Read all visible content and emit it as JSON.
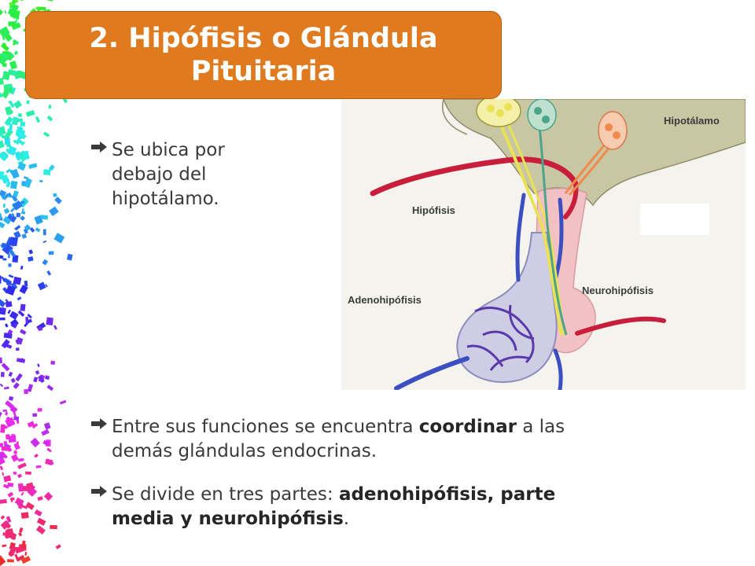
{
  "slide": {
    "title_line1": "2. Hipófisis o Glándula",
    "title_line2": "Pituitaria",
    "bullets": {
      "b1": {
        "line1": "Se ubica por",
        "line2": "debajo del",
        "line3": "hipotálamo."
      },
      "b2": {
        "pre": "Entre sus funciones se encuentra ",
        "bold": "coordinar",
        "post": " a las",
        "line2": "demás glándulas endocrinas."
      },
      "b3": {
        "pre": "Se divide en tres partes: ",
        "bold1": "adenohipófisis",
        "mid": ", ",
        "bold2": "parte",
        "line2_bold": "media y neurohipófisis",
        "end": "."
      }
    }
  },
  "figure": {
    "labels": {
      "hipotalamo": "Hipotálamo",
      "hipofisis": "Hipófisis",
      "adenohipofisis": "Adenohipófisis",
      "neurohipofisis": "Neurohipófisis"
    }
  },
  "colors": {
    "title_bg": "#e07a1f",
    "title_text": "#ffffff",
    "bullet_arrow": "#3a3a3a",
    "hypothalamus": "#c9c6a4",
    "pituitary_pink": "#f1c1c4",
    "artery_red": "#c81e3c",
    "vein_blue": "#3b4fc0",
    "nerve_yellow": "#e9e257",
    "nerve_green": "#4aa58a",
    "nerve_orange": "#f08a4a"
  },
  "icons": {
    "bullet": "arrow-right-icon"
  }
}
